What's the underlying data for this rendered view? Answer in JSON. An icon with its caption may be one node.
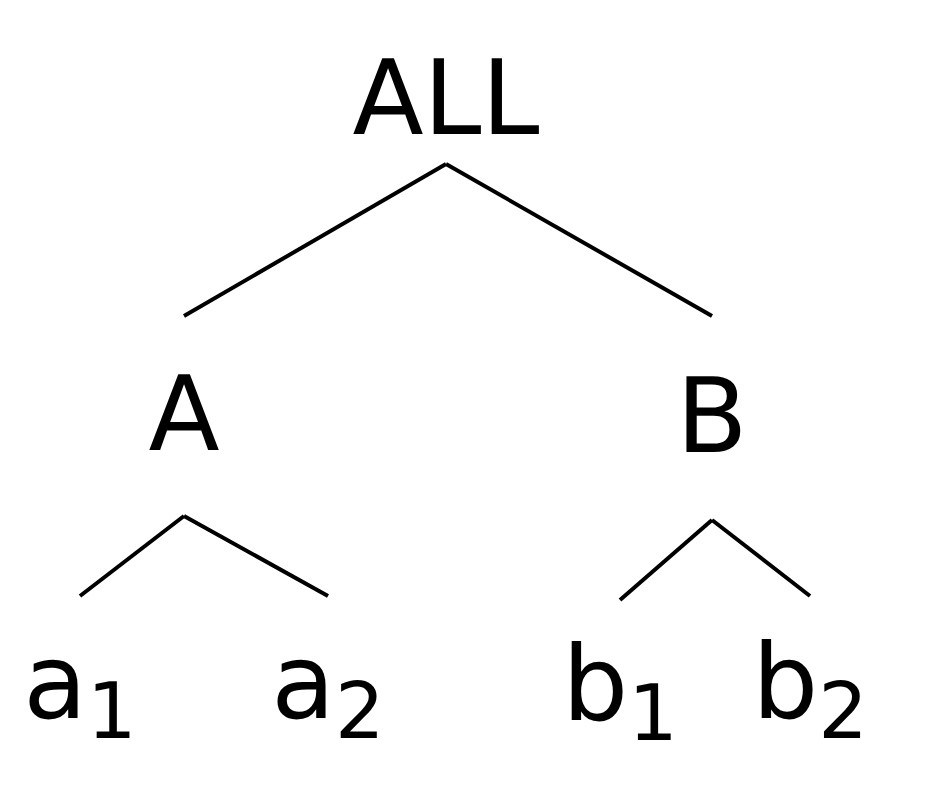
{
  "diagram": {
    "nodes": [
      {
        "text": [
          "ALL"
        ]
      },
      {
        "text": [
          "A"
        ]
      },
      {
        "text": [
          "B"
        ]
      },
      {
        "text": [
          "a$_{1}$"
        ]
      },
      {
        "text": [
          "a$_{2}$"
        ]
      },
      {
        "text": [
          "b$_{1}$"
        ]
      },
      {
        "text": [
          "b$_{2}$"
        ]
      }
    ],
    "edges": [
      {
        "from": 0,
        "to": 1,
        "arrow": "none"
      },
      {
        "from": 0,
        "to": 2,
        "arrow": "none"
      },
      {
        "from": 1,
        "to": 3,
        "arrow": "none"
      },
      {
        "from": 1,
        "to": 4,
        "arrow": "none"
      },
      {
        "from": 2,
        "to": 5,
        "arrow": "none"
      },
      {
        "from": 2,
        "to": 6,
        "arrow": "none"
      }
    ]
  }
}
